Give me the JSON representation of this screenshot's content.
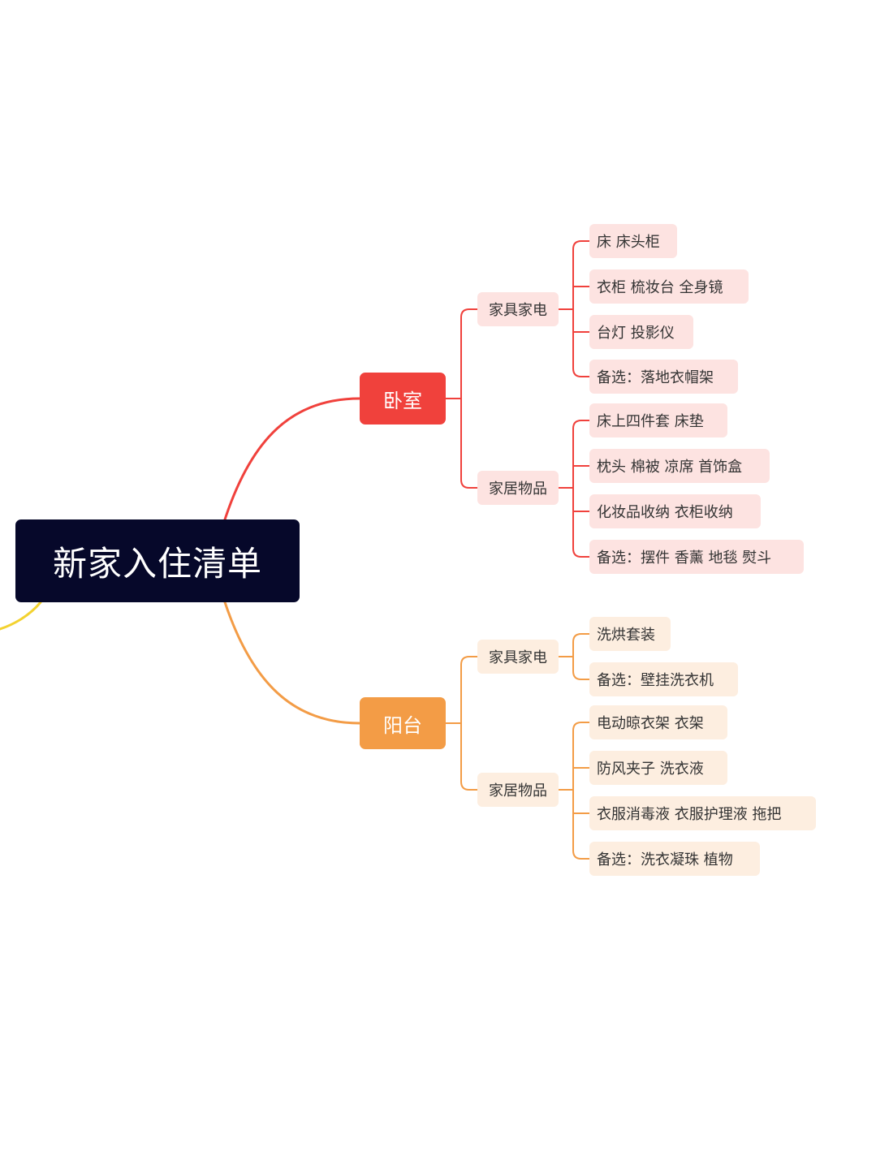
{
  "root": {
    "label": "新家入住清单",
    "color": "#06082a"
  },
  "branches": [
    {
      "label": "卧室",
      "color": "#f0413c",
      "child_bg": "#fde3e1",
      "groups": [
        {
          "label": "家具家电",
          "items": [
            "床 床头柜",
            "衣柜 梳妆台 全身镜",
            "台灯 投影仪",
            "备选：落地衣帽架"
          ]
        },
        {
          "label": "家居物品",
          "items": [
            "床上四件套 床垫",
            "枕头 棉被 凉席 首饰盒",
            "化妆品收纳 衣柜收纳",
            "备选：摆件 香薰 地毯 熨斗"
          ]
        }
      ]
    },
    {
      "label": "阳台",
      "color": "#f39c46",
      "child_bg": "#fdeee0",
      "groups": [
        {
          "label": "家具家电",
          "items": [
            "洗烘套装",
            "备选：壁挂洗衣机"
          ]
        },
        {
          "label": "家居物品",
          "items": [
            "电动晾衣架 衣架",
            "防风夹子 洗衣液",
            "衣服消毒液 衣服护理液 拖把",
            "备选：洗衣凝珠 植物"
          ]
        }
      ]
    }
  ],
  "offscreen_branch_color": "#f3d230"
}
